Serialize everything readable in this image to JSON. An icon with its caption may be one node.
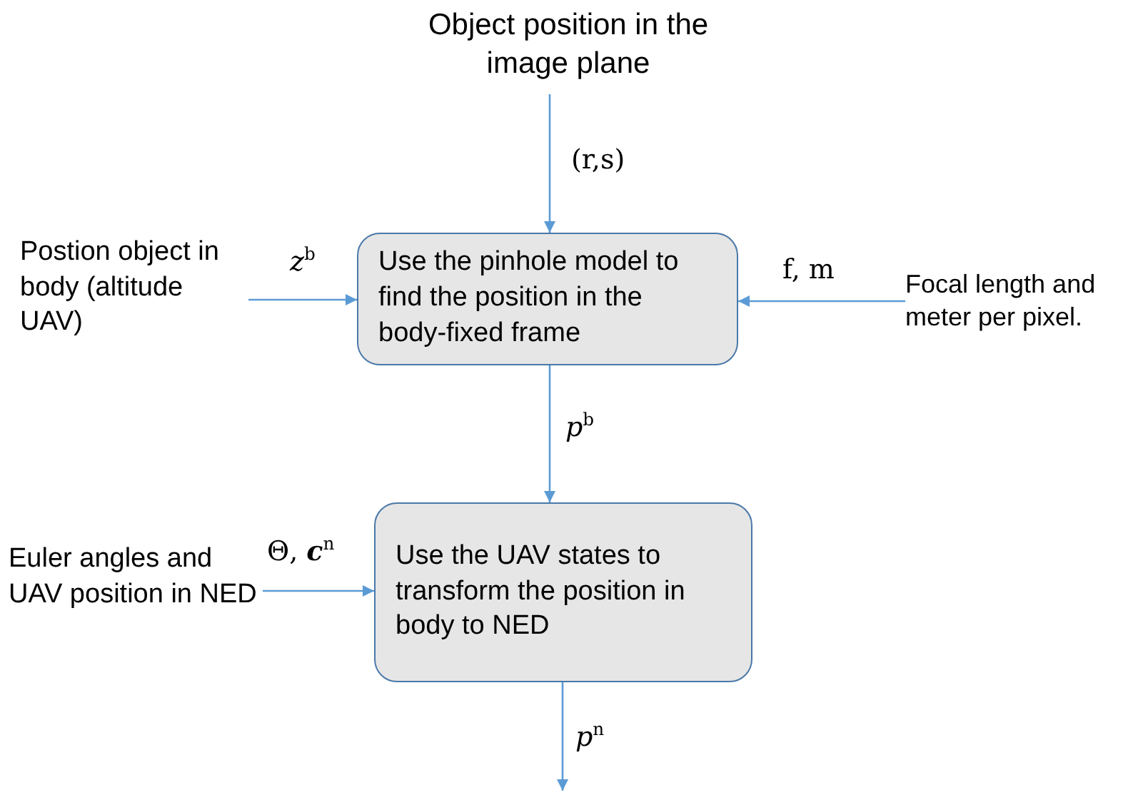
{
  "diagram": {
    "nodes": [
      {
        "text": [
          "Object position in the image plane"
        ]
      },
      {
        "text": [
          "Postion object in body (altitude UAV)"
        ]
      },
      {
        "text": [
          "Use the pinhole model to find the position in the body-fixed frame"
        ]
      },
      {
        "text": [
          "Focal length and meter per pixel."
        ]
      },
      {
        "text": [
          "Euler angles and UAV position in NED"
        ]
      },
      {
        "text": [
          "Use the UAV states to transform the position in body to NED"
        ]
      }
    ],
    "edges": [
      {
        "from": 0,
        "to": 2,
        "arrow": "to",
        "label": "(r,s)"
      },
      {
        "from": 1,
        "to": 2,
        "arrow": "to",
        "label": "*z*$^{b}$"
      },
      {
        "from": 3,
        "to": 2,
        "arrow": "to",
        "label": "f, m"
      },
      {
        "from": 2,
        "to": 5,
        "arrow": "to",
        "label": "*p*$^{b}$"
      },
      {
        "from": 4,
        "to": 5,
        "arrow": "to",
        "label": "Θ, **c**$^{n}$"
      },
      {
        "from": 5,
        "to": null,
        "arrow": "to",
        "label": "*p*$^{n}$"
      }
    ]
  }
}
